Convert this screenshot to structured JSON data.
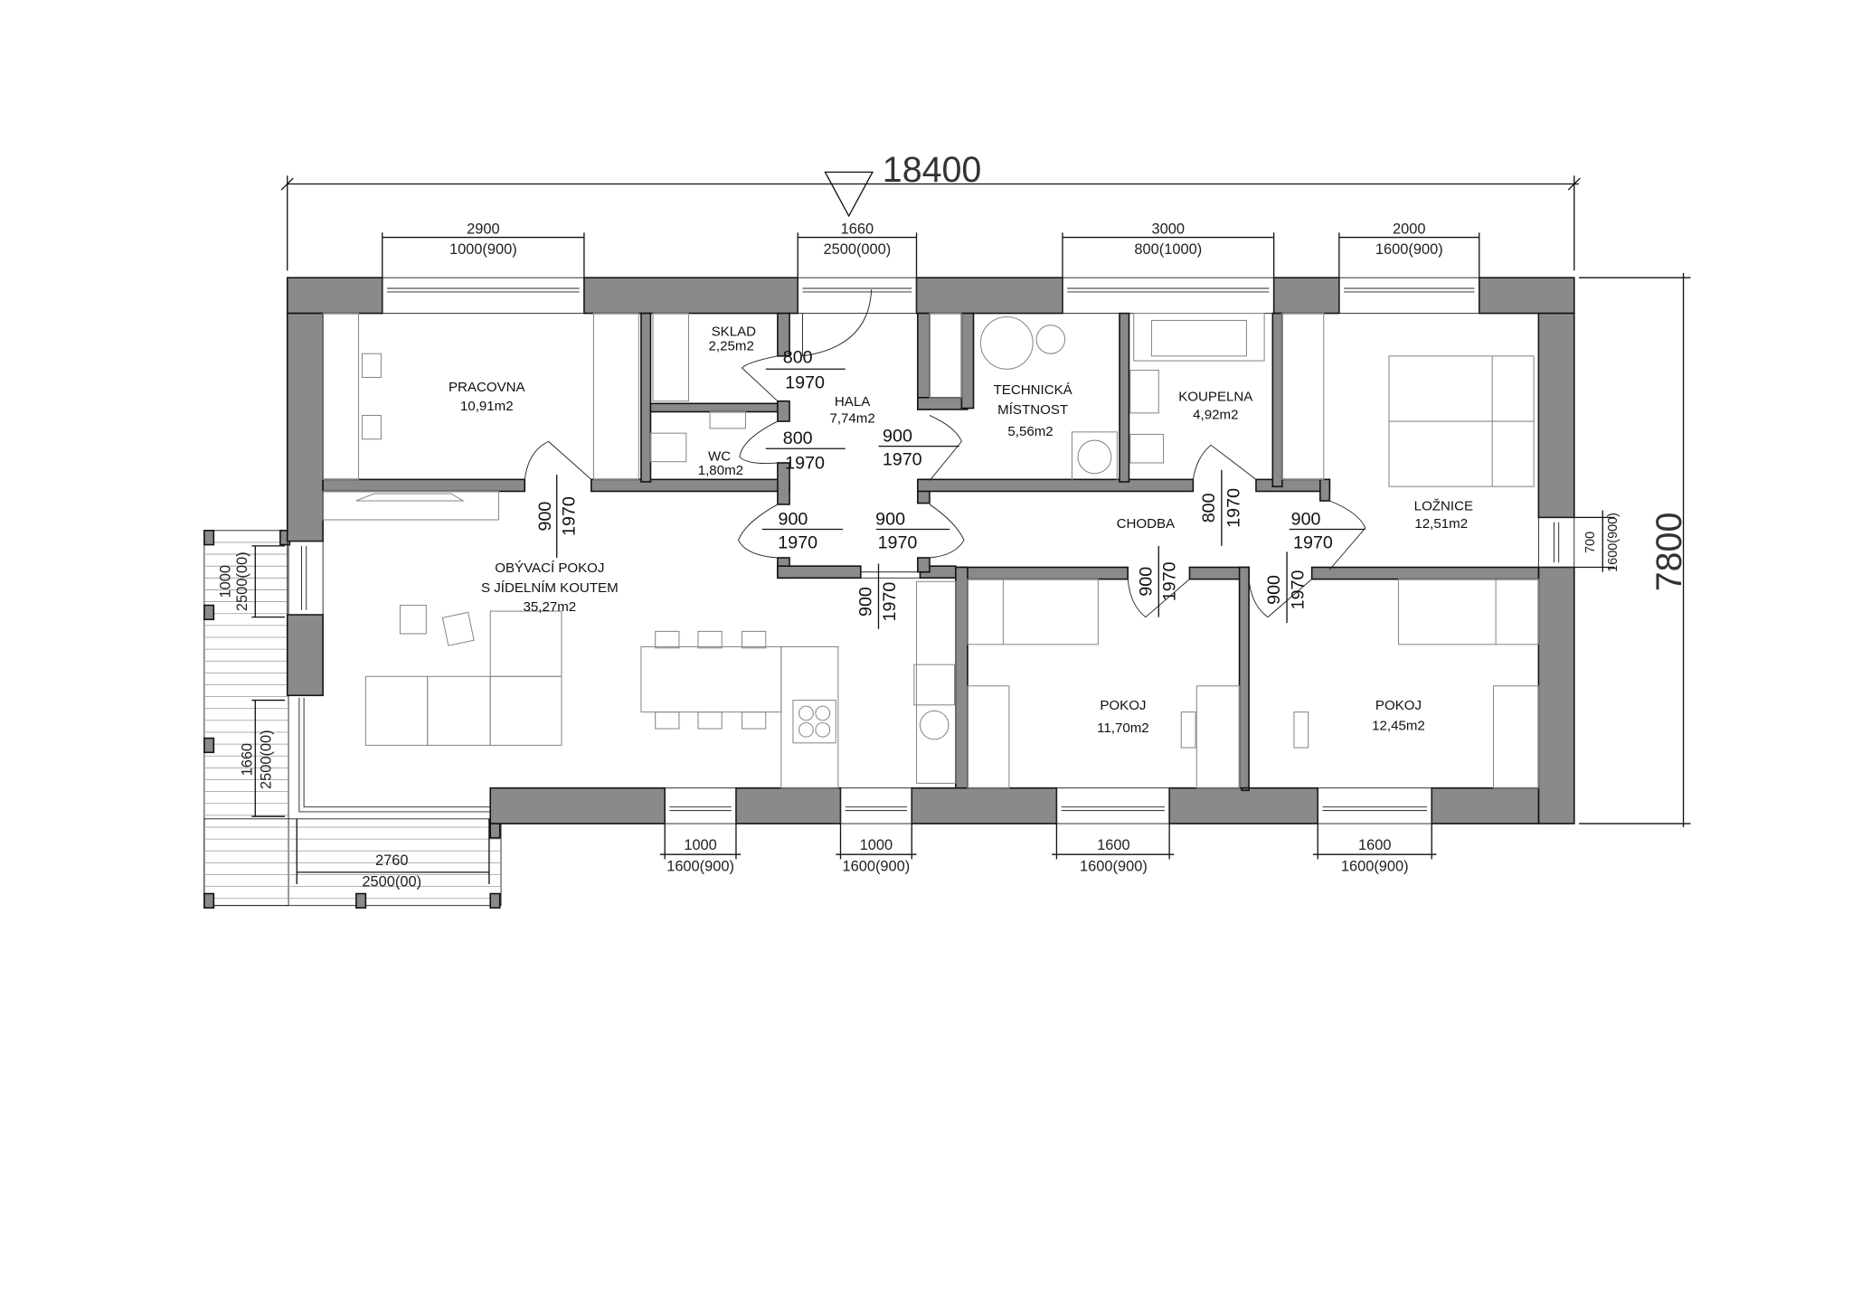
{
  "overall": {
    "width": "18400",
    "depth": "7800"
  },
  "top_windows": [
    {
      "size": "2900",
      "spec": "1000(900)"
    },
    {
      "size": "1660",
      "spec": "2500(000)"
    },
    {
      "size": "3000",
      "spec": "800(1000)"
    },
    {
      "size": "2000",
      "spec": "1600(900)"
    }
  ],
  "bottom_windows": [
    {
      "size": "1000",
      "spec": "1600(900)"
    },
    {
      "size": "1000",
      "spec": "1600(900)"
    },
    {
      "size": "1600",
      "spec": "1600(900)"
    },
    {
      "size": "1600",
      "spec": "1600(900)"
    }
  ],
  "right_window": {
    "size": "700",
    "spec": "1600(900)"
  },
  "terrace": [
    {
      "size": "1000",
      "spec": "2500(00)"
    },
    {
      "size": "1660",
      "spec": "2500(00)"
    },
    {
      "size": "2760",
      "spec": "2500(00)"
    }
  ],
  "rooms": {
    "pracovna": {
      "name": "PRACOVNA",
      "area": "10,91m2"
    },
    "sklad": {
      "name": "SKLAD",
      "area": "2,25m2"
    },
    "hala": {
      "name": "HALA",
      "area": "7,74m2"
    },
    "wc": {
      "name": "WC",
      "area": "1,80m2"
    },
    "technicka": {
      "name1": "TECHNICKÁ",
      "name2": "MÍSTNOST",
      "area": "5,56m2"
    },
    "koupelna": {
      "name": "KOUPELNA",
      "area": "4,92m2"
    },
    "chodba": {
      "name": "CHODBA"
    },
    "loznice": {
      "name": "LOŽNICE",
      "area": "12,51m2"
    },
    "obyvaci": {
      "name1": "OBÝVACÍ POKOJ",
      "name2": "S JÍDELNÍM KOUTEM",
      "area": "35,27m2"
    },
    "pokoj1": {
      "name": "POKOJ",
      "area": "11,70m2"
    },
    "pokoj2": {
      "name": "POKOJ",
      "area": "12,45m2"
    }
  },
  "doors": [
    {
      "w": "800",
      "h": "1970"
    },
    {
      "w": "800",
      "h": "1970"
    },
    {
      "w": "900",
      "h": "1970"
    },
    {
      "w": "900",
      "h": "1970"
    },
    {
      "w": "900",
      "h": "1970"
    },
    {
      "w": "900",
      "h": "1970"
    },
    {
      "w": "800",
      "h": "1970"
    },
    {
      "w": "900",
      "h": "1970"
    },
    {
      "w": "900",
      "h": "1970"
    },
    {
      "w": "900",
      "h": "1970"
    },
    {
      "w": "900",
      "h": "1970"
    }
  ],
  "colors": {
    "wall": "#8a8a8a",
    "line": "#111111",
    "furniture": "#888888"
  }
}
